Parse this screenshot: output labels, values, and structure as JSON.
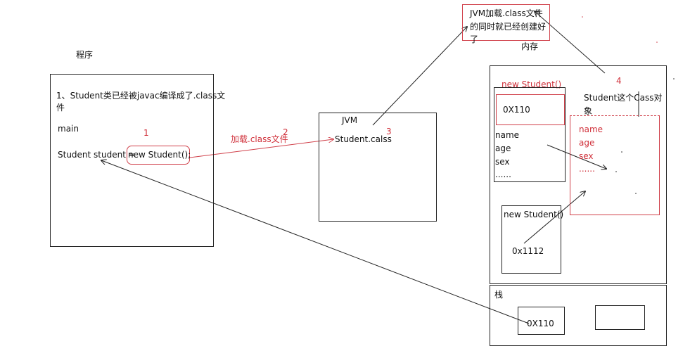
{
  "program": {
    "title": "程序",
    "line1": "1、Student类已经被javac编译成了.class文",
    "line1b": "件",
    "main": "main",
    "decl_left": "Student student = ",
    "decl_new": "new Student();"
  },
  "jvm": {
    "title": "JVM",
    "file": "Student.calss"
  },
  "arrow_label": "加载.class文件",
  "steps": [
    "1",
    "2",
    "3",
    "4"
  ],
  "note": {
    "line1": "JVM加载.class文件",
    "line2": "的同时就已经创建好",
    "line3": "了"
  },
  "memory_label": "内存",
  "heap": {
    "new1_label": "new Student()",
    "addr1": "0X110",
    "fields": [
      "name",
      "age",
      "sex",
      "......"
    ],
    "class_obj_label1": "Student这个Cass对",
    "class_obj_label2": "象",
    "class_fields": [
      "name",
      "age",
      "sex",
      "......"
    ],
    "new2_label": "new Student()",
    "addr2": "0x1112"
  },
  "stack": {
    "label": "栈",
    "ref": "0X110"
  },
  "colors": {
    "accent_red": "#d0303a",
    "line": "#222222"
  }
}
